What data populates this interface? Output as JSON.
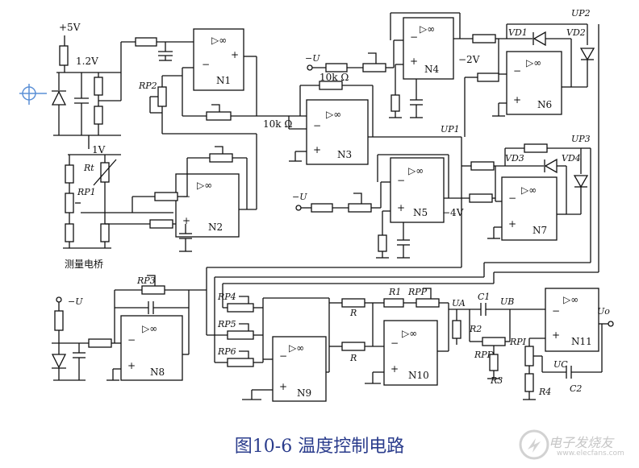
{
  "figure": {
    "caption": "图10-6  温度控制电路",
    "watermark_text": "电子发烧友",
    "watermark_url": "www.elecfans.com"
  },
  "labels": {
    "plus5v": "+5V",
    "v12": "1.2V",
    "v1": "1V",
    "rt": "Rt",
    "rp1_left": "RP1",
    "rp2": "RP2",
    "bridge": "测量电桥",
    "minus_u_top": "−U",
    "r10k_top": "10k Ω",
    "r10k_mid": "10k Ω",
    "minus2v": "−2V",
    "minus_u_mid": "−U",
    "minus4v": "−4V",
    "up1": "UP1",
    "up2": "UP2",
    "up3": "UP3",
    "vd1": "VD1",
    "vd2": "VD2",
    "vd3": "VD3",
    "vd4": "VD4",
    "minus_u_bot": "−U",
    "rp3": "RP3",
    "rp4": "RP4",
    "rp5": "RP5",
    "rp6": "RP6",
    "r_a": "R",
    "r_b": "R",
    "r1": "R1",
    "rpp": "RPP",
    "ua": "UA",
    "c1": "C1",
    "ub": "UB",
    "r2": "R2",
    "rpd": "RPD",
    "r3": "R3",
    "rpi": "RPI",
    "uc": "UC",
    "r4": "R4",
    "c2": "C2",
    "uo": "Uo"
  },
  "opamps": {
    "n1": "N1",
    "n2": "N2",
    "n3": "N3",
    "n4": "N4",
    "n5": "N5",
    "n6": "N6",
    "n7": "N7",
    "n8": "N8",
    "n9": "N9",
    "n10": "N10",
    "n11": "N11",
    "symbol": "▷∞",
    "minus": "−",
    "plus": "+"
  }
}
